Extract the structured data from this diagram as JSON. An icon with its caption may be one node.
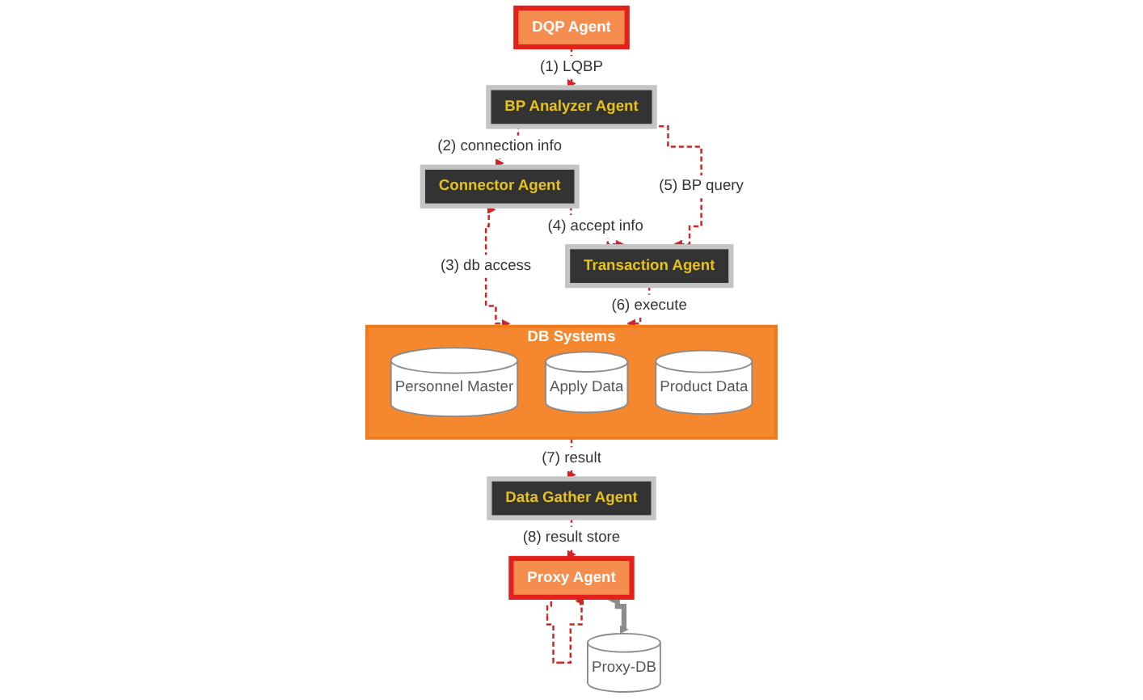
{
  "diagram": {
    "nodes": [
      {
        "text": [
          "DQP Agent"
        ]
      },
      {
        "text": [
          "BP Analyzer Agent"
        ]
      },
      {
        "text": [
          "Connector Agent"
        ]
      },
      {
        "text": [
          "DB Systems"
        ]
      },
      {
        "text": [
          "Personnel Master"
        ],
        "in": 3
      },
      {
        "text": [
          "Apply Data"
        ],
        "in": 3
      },
      {
        "text": [
          "Product Data"
        ],
        "in": 3
      },
      {
        "text": [
          "Transaction Agent"
        ]
      },
      {
        "text": [
          "Proxy Agent"
        ]
      },
      {
        "text": [
          "Data Gather Agent"
        ]
      },
      {
        "text": [
          "Proxy-DB"
        ]
      }
    ],
    "edges": [
      {
        "from": 0,
        "to": 1,
        "arrow": "to",
        "label": "(1) LQBP",
        "style": "dashed"
      },
      {
        "from": 1,
        "to": 2,
        "arrow": "to",
        "label": "(2) connection info",
        "style": "dashed"
      },
      {
        "from": 2,
        "to": 3,
        "arrow": "both",
        "label": "(3) db access",
        "style": "dashed"
      },
      {
        "from": 2,
        "to": 7,
        "arrow": "to",
        "label": "(4) accept info",
        "style": "dashed"
      },
      {
        "from": 1,
        "to": 7,
        "arrow": "to",
        "label": "(5) BP query",
        "style": "dashed"
      },
      {
        "from": 7,
        "to": 3,
        "arrow": "to",
        "label": "(6) execute",
        "style": "dashed"
      },
      {
        "from": 3,
        "to": 9,
        "arrow": "to",
        "label": "(7) result",
        "style": "dashed"
      },
      {
        "from": 9,
        "to": 8,
        "arrow": "to",
        "label": "(8) result store",
        "style": "dashed"
      },
      {
        "from": 8,
        "to": 8,
        "arrow": "to",
        "style": "dashed"
      },
      {
        "from": 8,
        "to": 10,
        "arrow": "both",
        "style": "thick",
        "color": "#8c8c8c"
      }
    ]
  }
}
